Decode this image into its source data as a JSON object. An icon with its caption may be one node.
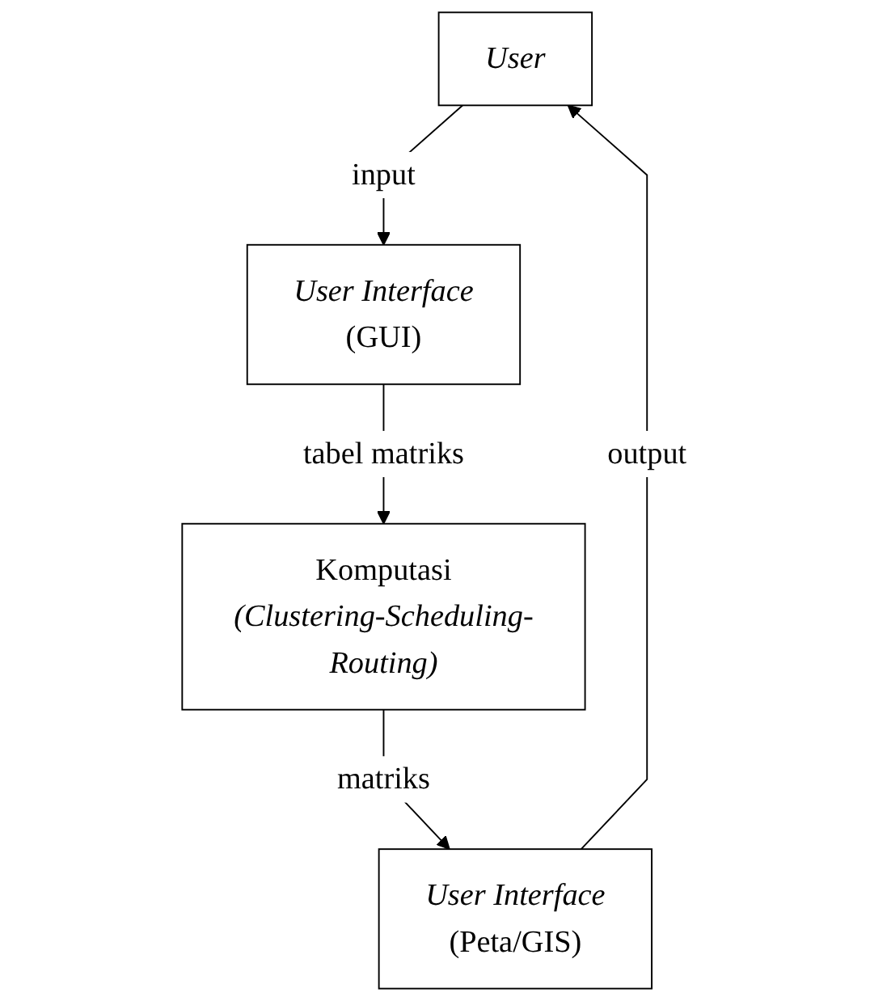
{
  "diagram": {
    "nodes": [
      {
        "text": [
          "User"
        ]
      },
      {
        "text": [
          "User Interface",
          "(Peta/GIS)"
        ]
      },
      {
        "text": [
          "User Interface",
          "(GUI)"
        ]
      },
      {
        "text": [
          "Komputasi",
          "(Clustering-Scheduling-Routing)"
        ]
      }
    ],
    "edges": [
      {
        "from": 1,
        "to": 0,
        "arrow": "to",
        "label": "output"
      },
      {
        "from": 0,
        "to": 2,
        "arrow": "to",
        "label": "input"
      },
      {
        "from": 3,
        "to": 1,
        "arrow": "to",
        "label": "matriks"
      },
      {
        "from": 2,
        "to": 3,
        "arrow": "to",
        "label": "tabel matriks"
      }
    ]
  }
}
